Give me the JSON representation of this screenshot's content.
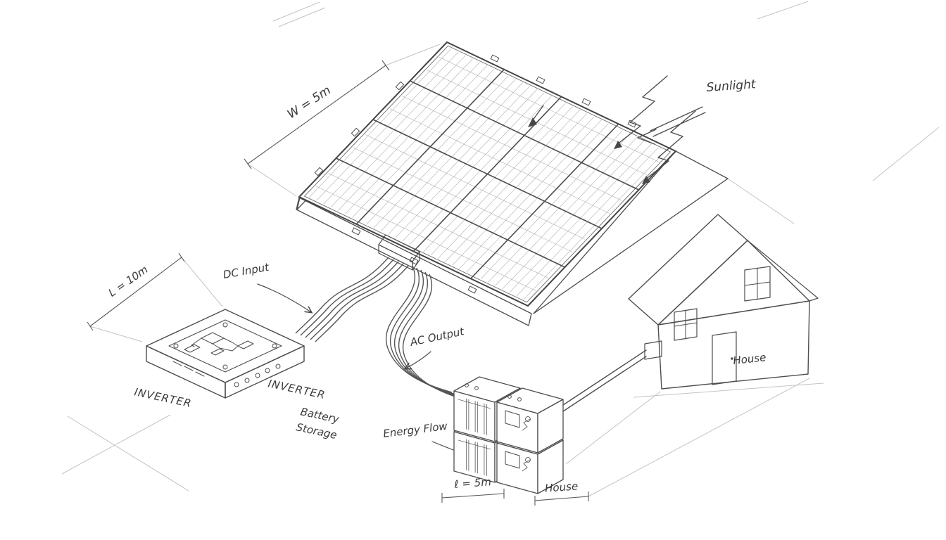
{
  "diagram": {
    "subject": "hand-drawn isometric sketch of a residential solar energy system",
    "labels": {
      "panel_width_dim": "W = 5m",
      "sunlight": "Sunlight",
      "dc_input": "DC Input",
      "inverter_length_dim": "L = 10m",
      "inverter_label_left": "INVERTER",
      "inverter_label_right": "INVERTER",
      "battery_storage_line1": "Battery",
      "battery_storage_line2": "Storage",
      "ac_output": "AC Output",
      "energy_flow": "Energy Flow",
      "battery_width_dim": "ℓ = 5m",
      "battery_house_dim": "House",
      "house_label": "House"
    },
    "colors": {
      "paper": "#ffffff",
      "ink": "#4d4d4d",
      "ink_light": "#a8a8a8",
      "construction": "#c3c3c3"
    }
  }
}
